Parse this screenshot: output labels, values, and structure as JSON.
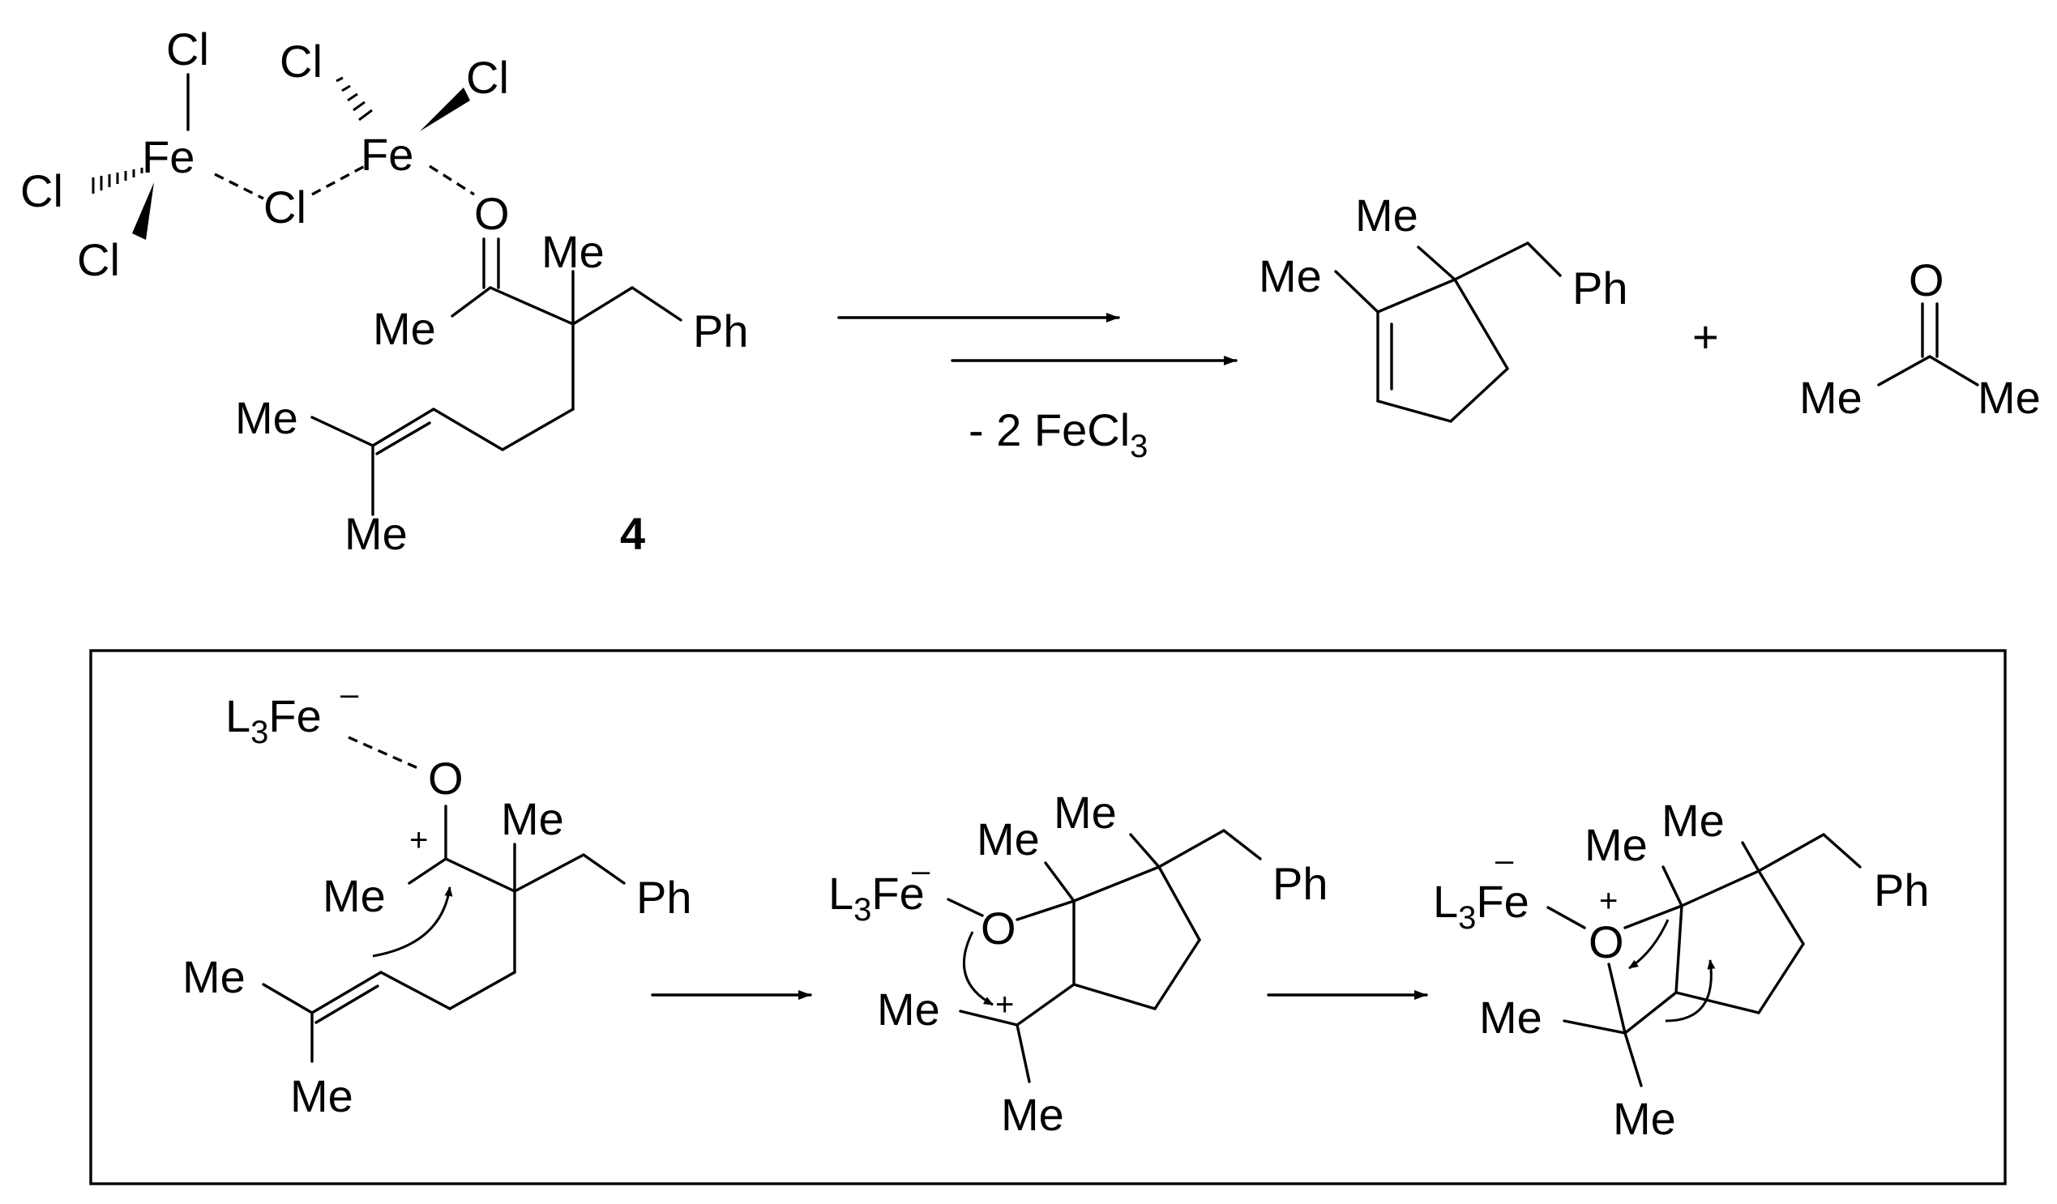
{
  "labels": {
    "cl": "Cl",
    "fe": "Fe",
    "o": "O",
    "me": "Me",
    "ph": "Ph",
    "l": "L",
    "l_sub": "3",
    "reagent_prefix": "- 2 FeCl",
    "reagent_sub": "3",
    "plus_sign": "+",
    "minus_sign": "–",
    "compound_number": "4"
  }
}
